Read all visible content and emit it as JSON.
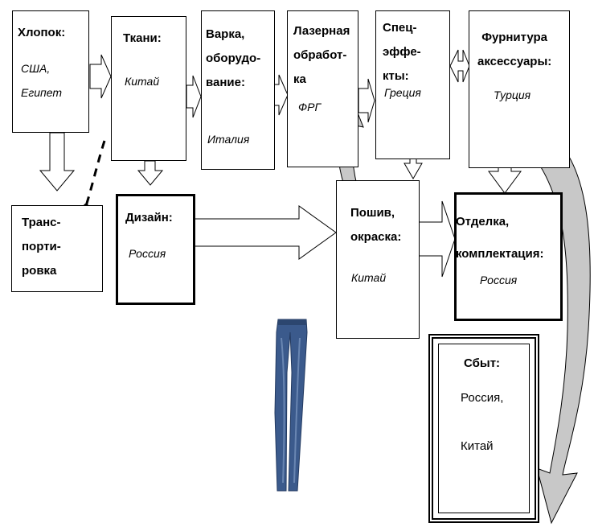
{
  "nodes": {
    "cotton": {
      "title": "Хлопок:",
      "country": "США,\nЕгипет"
    },
    "fabric": {
      "title": "Ткани:",
      "country": "Китай"
    },
    "boiling": {
      "title": "Варка,\nоборудо-\nвание:",
      "country": "Италия"
    },
    "laser": {
      "title": "Лазерная\nобработ-\nка",
      "country": "ФРГ"
    },
    "effects": {
      "title": "Спец-\nэффе-\nкты:",
      "country": "Греция"
    },
    "hardware": {
      "title": "Фурнитура\nаксессуары:",
      "country": "Турция"
    },
    "transport": {
      "title": "Транс-\nпорти-\nровка"
    },
    "design": {
      "title": "Дизайн:",
      "country": "Россия"
    },
    "sewing": {
      "title": "Пошив,\nокраска:",
      "country": "Китай"
    },
    "finishing": {
      "title": "Отделка,\nкомплектация:",
      "country": "Россия"
    },
    "sales": {
      "title": "Сбыт:",
      "countries": "Россия,\n\nКитай"
    }
  },
  "colors": {
    "line": "#000000",
    "arrow_fill": "#ffffff",
    "curved_arrow": "#c8c8c8",
    "jeans": "#3b5a8c"
  }
}
